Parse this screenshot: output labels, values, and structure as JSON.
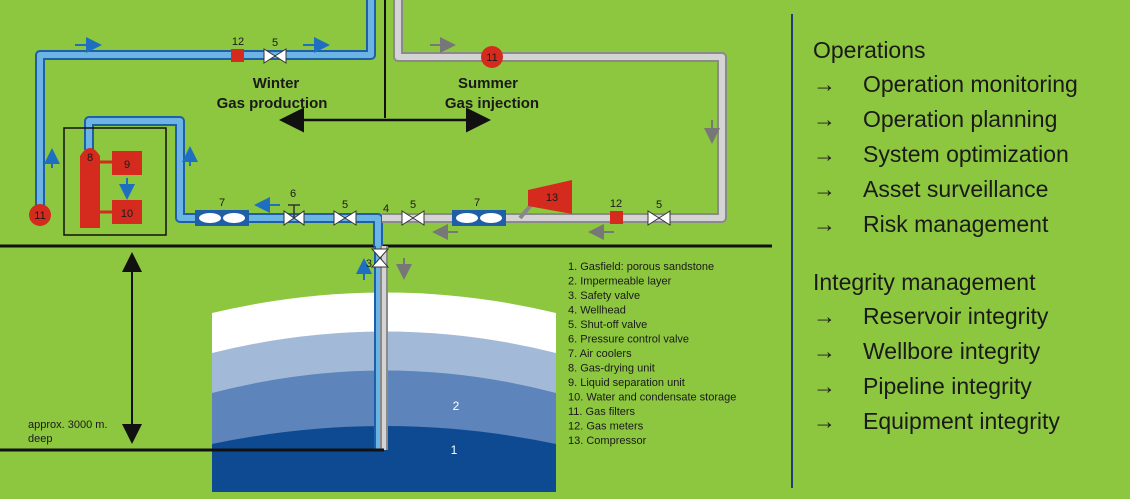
{
  "diagram": {
    "phases": {
      "winter": [
        "Winter",
        "Gas production"
      ],
      "summer": [
        "Summer",
        "Gas injection"
      ]
    },
    "component_numbers": {
      "safety_valve": "3",
      "wellhead": "4",
      "shutoff_valve": "5",
      "pressure_control_valve": "6",
      "air_cooler": "7",
      "gas_drying_unit": "8",
      "liquid_separation_unit": "9",
      "water_storage": "10",
      "gas_filter": "11",
      "gas_meter": "12",
      "compressor": "13"
    },
    "layer_numbers": {
      "gasfield": "1",
      "impermeable": "2"
    },
    "depth_label": [
      "approx. 3000 m.",
      "deep"
    ],
    "legend": [
      "1.  Gasfield: porous sandstone",
      "2.  Impermeable layer",
      "3.  Safety valve",
      "4.  Wellhead",
      "5.  Shut-off valve",
      "6.  Pressure control valve",
      "7.  Air coolers",
      "8.  Gas-drying unit",
      "9.  Liquid separation unit",
      "10.  Water and condensate storage",
      "11.  Gas filters",
      "12.  Gas meters",
      "13.  Compressor"
    ],
    "colors": {
      "background": "#8dc63f",
      "production_pipe": "#6cb4e4",
      "injection_pipe": "#c8c8c8",
      "equipment_red": "#d42b1e",
      "cooler_blue": "#1f5fa8"
    }
  },
  "panel": {
    "operations": {
      "title": "Operations",
      "items": [
        {
          "arrow": "→",
          "label": "Operation monitoring"
        },
        {
          "arrow": "→",
          "label": "Operation planning"
        },
        {
          "arrow": "→",
          "label": "System optimization"
        },
        {
          "arrow": "→",
          "label": "Asset surveillance"
        },
        {
          "arrow": "→",
          "label": "Risk management"
        }
      ]
    },
    "integrity": {
      "title": "Integrity management",
      "items": [
        {
          "arrow": "→",
          "label": "Reservoir integrity"
        },
        {
          "arrow": "→",
          "label": "Wellbore integrity"
        },
        {
          "arrow": "→",
          "label": "Pipeline integrity"
        },
        {
          "arrow": "→",
          "label": "Equipment integrity"
        }
      ]
    }
  }
}
